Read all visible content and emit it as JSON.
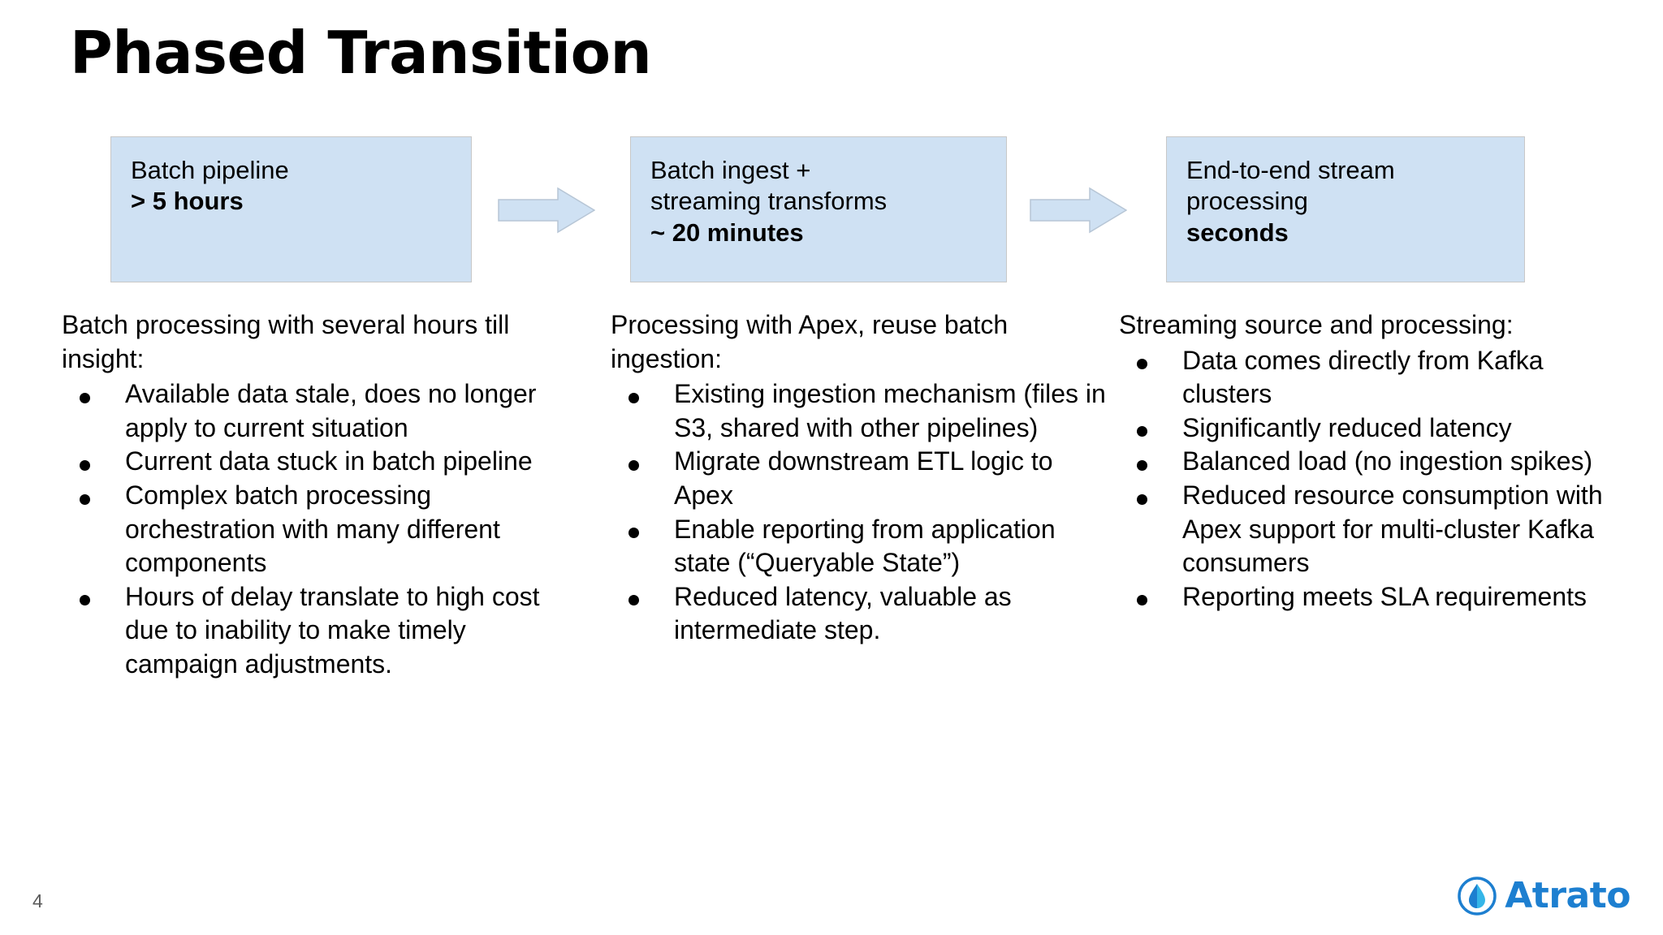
{
  "slide": {
    "title": "Phased Transition",
    "page_number": "4",
    "accent_color": "#cfe1f3",
    "box_border_color": "#c8c8c8",
    "logo_color": "#1d7fd0"
  },
  "stages": [
    {
      "lines": [
        "Batch pipeline"
      ],
      "metric": "> 5 hours"
    },
    {
      "lines": [
        "Batch ingest +",
        "streaming transforms"
      ],
      "metric": "~ 20 minutes"
    },
    {
      "lines": [
        "End-to-end stream",
        "processing"
      ],
      "metric": "seconds"
    }
  ],
  "arrows": [
    {
      "name": "stage-arrow-1"
    },
    {
      "name": "stage-arrow-2"
    }
  ],
  "columns": [
    {
      "intro": "Batch processing with several hours till insight:",
      "bullets": [
        "Available data stale, does no longer apply to current situation",
        "Current data stuck in batch pipeline",
        "Complex batch processing orchestration with many different components",
        "Hours of delay translate to high cost due to inability to make timely campaign adjustments."
      ]
    },
    {
      "intro": "Processing with Apex, reuse batch ingestion:",
      "bullets": [
        "Existing ingestion mechanism (files in S3, shared with other pipelines)",
        "Migrate downstream ETL logic to Apex",
        "Enable reporting from application state (“Queryable State”)",
        "Reduced latency, valuable as intermediate step."
      ]
    },
    {
      "intro": "Streaming source and processing:",
      "bullets": [
        "Data comes directly from Kafka clusters",
        "Significantly reduced latency",
        "Balanced load (no ingestion spikes)",
        "Reduced resource consumption with Apex support for multi-cluster Kafka consumers",
        "Reporting meets SLA requirements"
      ]
    }
  ],
  "logo": {
    "text": "Atrato"
  }
}
